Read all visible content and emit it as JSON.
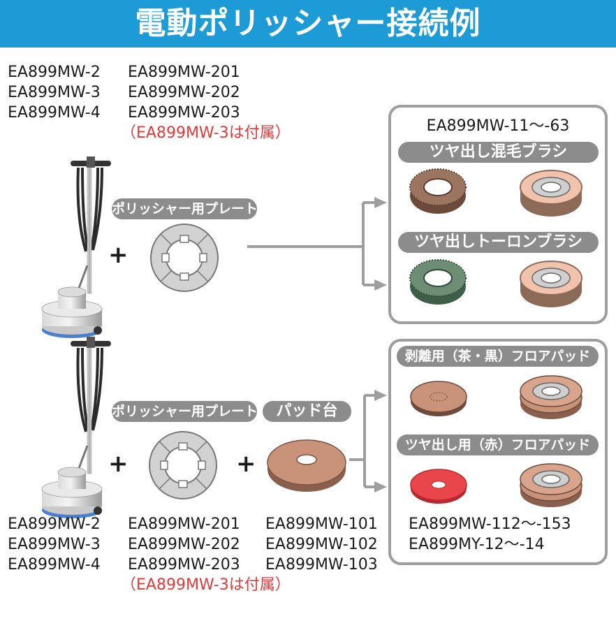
{
  "title": "電動ポリッシャー接続例",
  "top": {
    "polisher_models": [
      "EA899MW-2",
      "EA899MW-3",
      "EA899MW-4"
    ],
    "plate_models": [
      "EA899MW-201",
      "EA899MW-202",
      "EA899MW-203"
    ],
    "note": "（EA899MW-3は付属）",
    "plate_label": "ポリッシャー用プレート",
    "result_box": {
      "models": "EA899MW-11～-63",
      "brush1_label": "ツヤ出し混毛ブラシ",
      "brush2_label": "ツヤ出しトーロンブラシ"
    }
  },
  "bottom": {
    "plate_label": "ポリッシャー用プレート",
    "pad_base_label": "パッド台",
    "polisher_models": [
      "EA899MW-2",
      "EA899MW-3",
      "EA899MW-4"
    ],
    "plate_models": [
      "EA899MW-201",
      "EA899MW-202",
      "EA899MW-203"
    ],
    "pad_base_models": [
      "EA899MW-101",
      "EA899MW-102",
      "EA899MW-103"
    ],
    "note": "（EA899MW-3は付属）",
    "result_box": {
      "pad1_label": "剥離用（茶・黒）フロアパッド",
      "pad2_label": "ツヤ出し用（赤）フロアパッド",
      "models": [
        "EA899MW-112～-153",
        "EA899MY-12～-14"
      ]
    }
  },
  "plus_sign": "+",
  "colors": {
    "title_bg": "#1d9bd6",
    "label_pill": "#8c8c8c",
    "note_red": "#e23a3a",
    "pad_brown": "#c9937a",
    "pad_red": "#e8464b"
  }
}
